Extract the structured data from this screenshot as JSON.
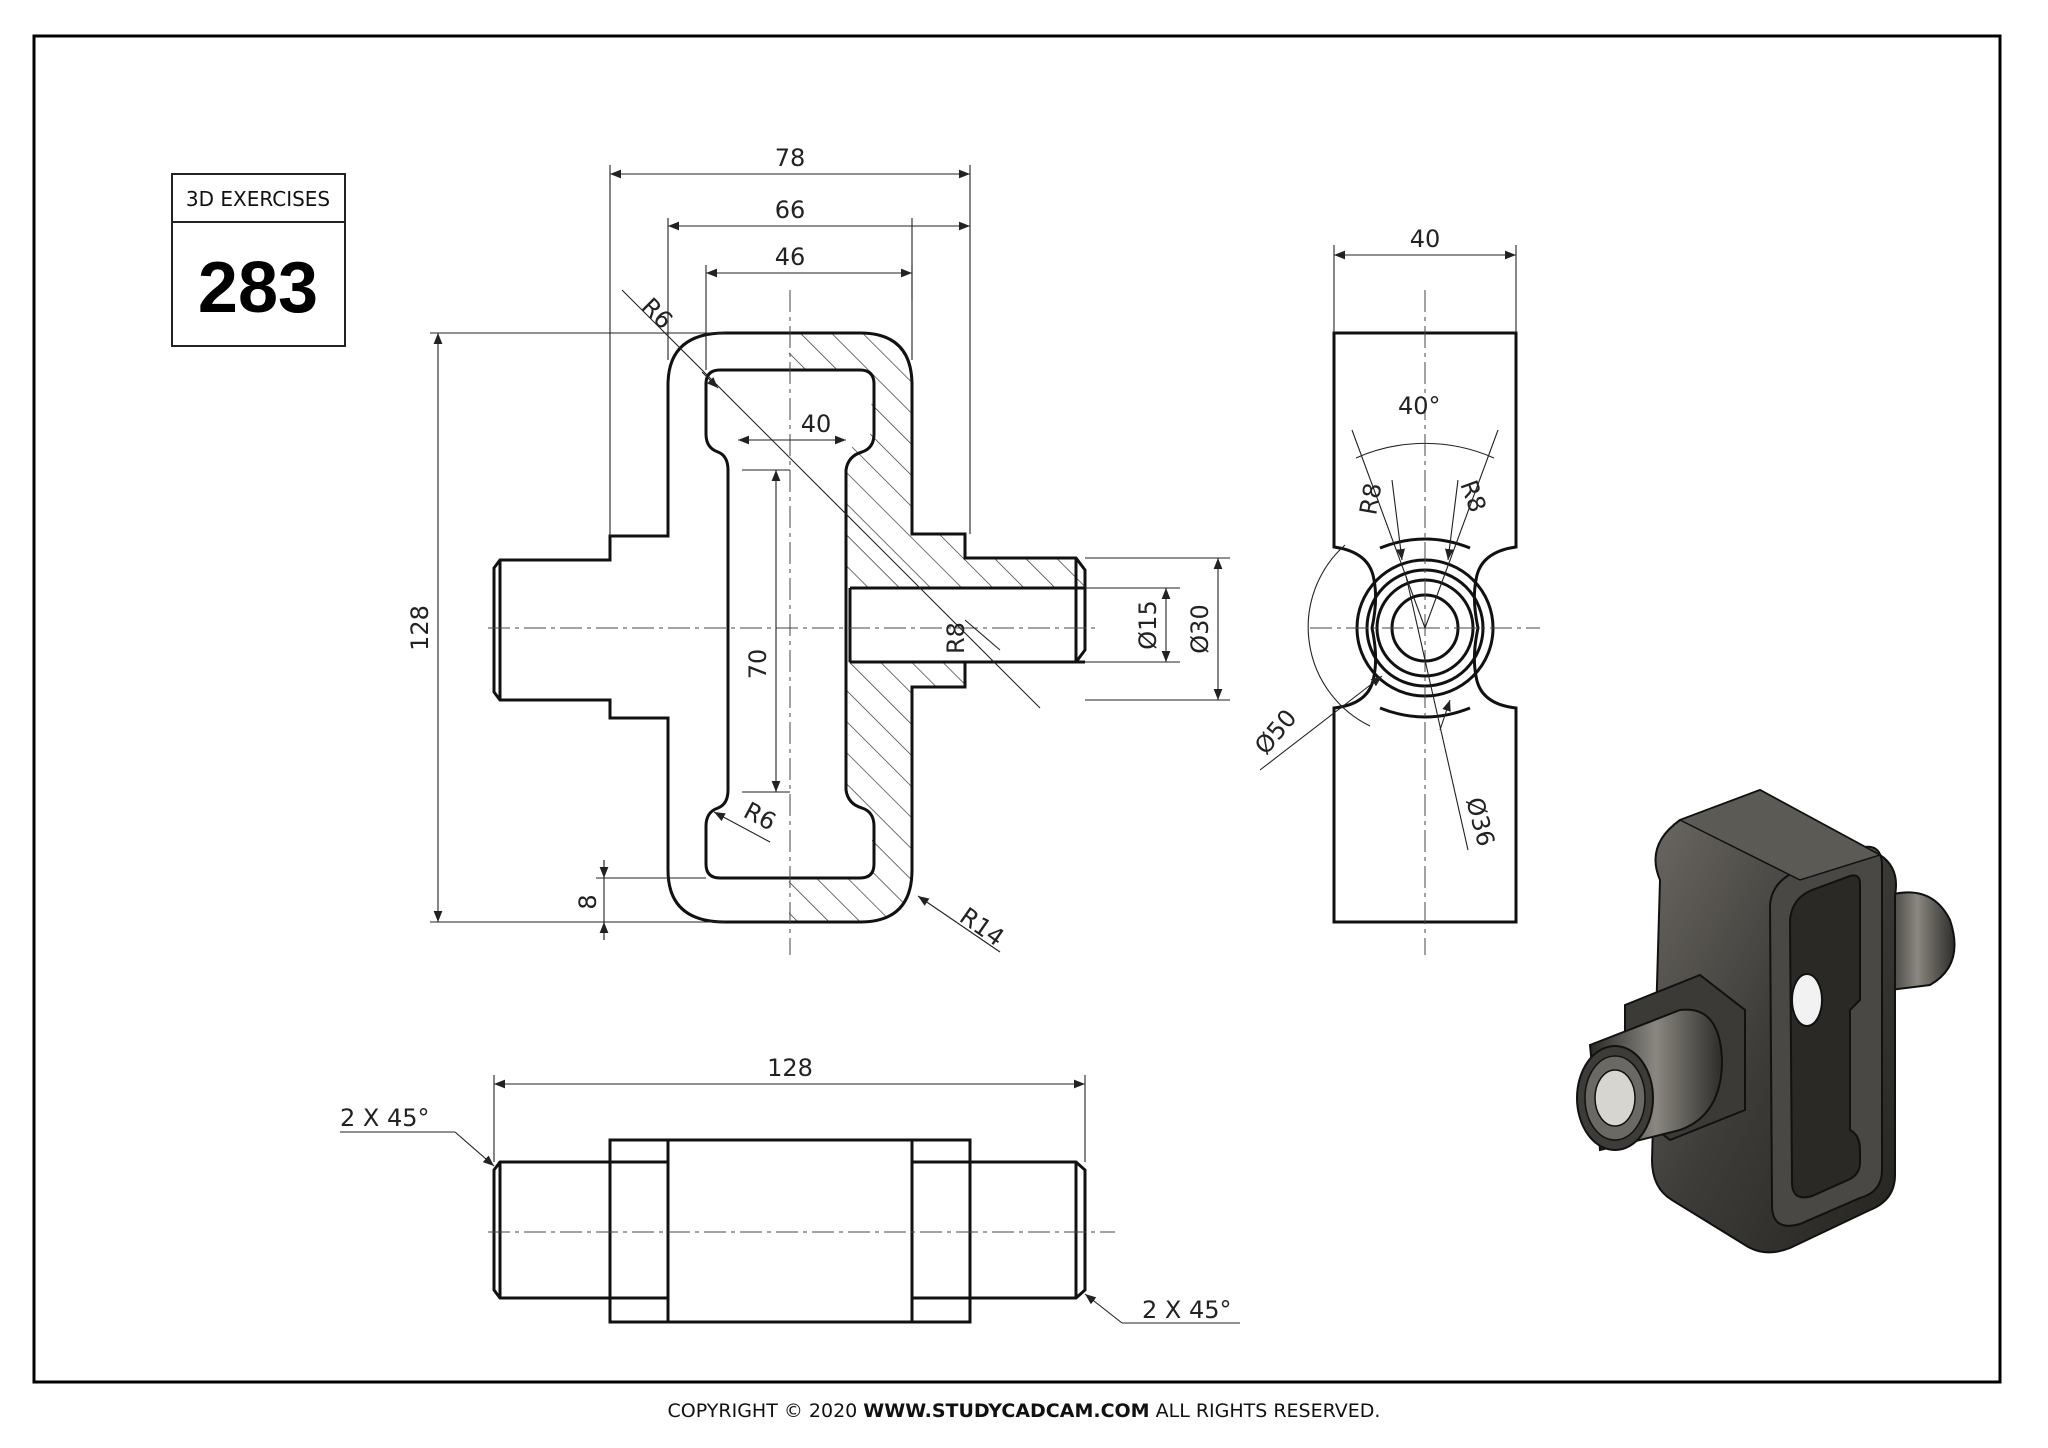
{
  "badge": {
    "title": "3D EXERCISES",
    "number": "283"
  },
  "front_view_dims": {
    "w78": "78",
    "w66": "66",
    "w46": "46",
    "r6_top": "R6",
    "w40": "40",
    "h128": "128",
    "h70": "70",
    "r6_bottom": "R6",
    "t8": "8",
    "r14": "R14",
    "r8": "R8",
    "d15": "Ø15",
    "d30": "Ø30"
  },
  "side_view_dims": {
    "w40": "40",
    "angle": "40°",
    "r8_left": "R8",
    "r8_right": "R8",
    "d50": "Ø50",
    "d36": "Ø36"
  },
  "top_view_dims": {
    "l128": "128",
    "chamfer_left": "2 X 45°",
    "chamfer_right": "2 X 45°"
  },
  "copyright": {
    "prefix": "COPYRIGHT © 2020 ",
    "site": "WWW.STUDYCADCAM.COM",
    "suffix": " ALL RIGHTS RESERVED."
  }
}
